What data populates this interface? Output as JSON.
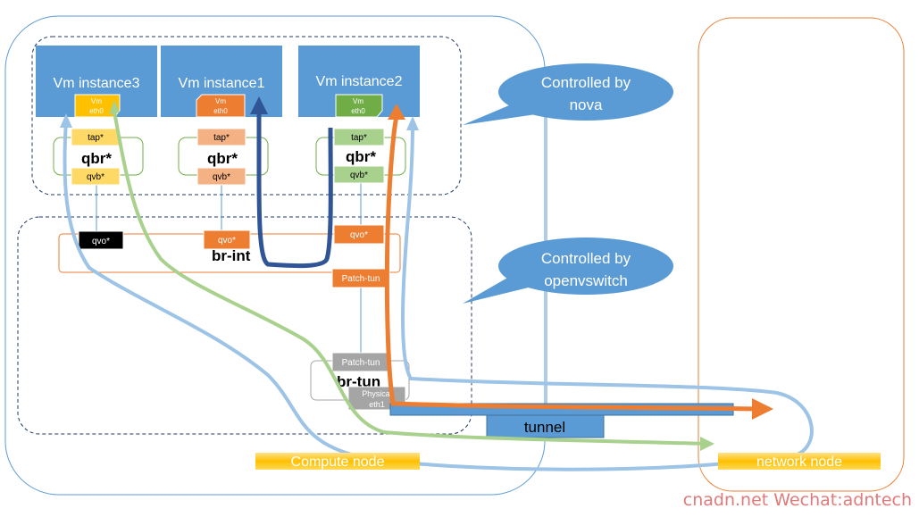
{
  "vms": {
    "vm3": {
      "title": "Vm instance3",
      "nic_line1": "Vm",
      "nic_line2": "eth0",
      "tap": "tap*",
      "qbr": "qbr*",
      "qvb": "qvb*"
    },
    "vm1": {
      "title": "Vm instance1",
      "nic_line1": "Vm",
      "nic_line2": "eth0",
      "tap": "tap*",
      "qbr": "qbr*",
      "qvb": "qvb*"
    },
    "vm2": {
      "title": "Vm instance2",
      "nic_line1": "Vm",
      "nic_line2": "eth0",
      "tap": "tap*",
      "qbr": "qbr*",
      "qvb": "qvb*"
    }
  },
  "br_int": {
    "label": "br-int",
    "qvo": [
      "qvo*",
      "qvo*",
      "qvo*"
    ],
    "patch": "Patch-tun"
  },
  "br_tun": {
    "label": "br-tun",
    "patch": "Patch-tun",
    "phys_line1": "Physical",
    "phys_line2": "eth1"
  },
  "callouts": {
    "nova": {
      "line1": "Controlled by",
      "line2": "nova"
    },
    "ovs": {
      "line1": "Controlled by",
      "line2": "openvswitch"
    }
  },
  "tunnel": "tunnel",
  "compute_node": "Compute node",
  "network_node": "network node",
  "watermark": "cnadn.net Wechat:adntech",
  "colors": {
    "vm_blue": "#5b9bd5",
    "orange": "#ed7d31",
    "green": "#70ad47",
    "light_blue_path": "#9dc3e6",
    "light_green_path": "#a9d18e",
    "dark_blue_path": "#2f5597",
    "gray": "#a5a5a5",
    "yellow": "#ffc000"
  }
}
